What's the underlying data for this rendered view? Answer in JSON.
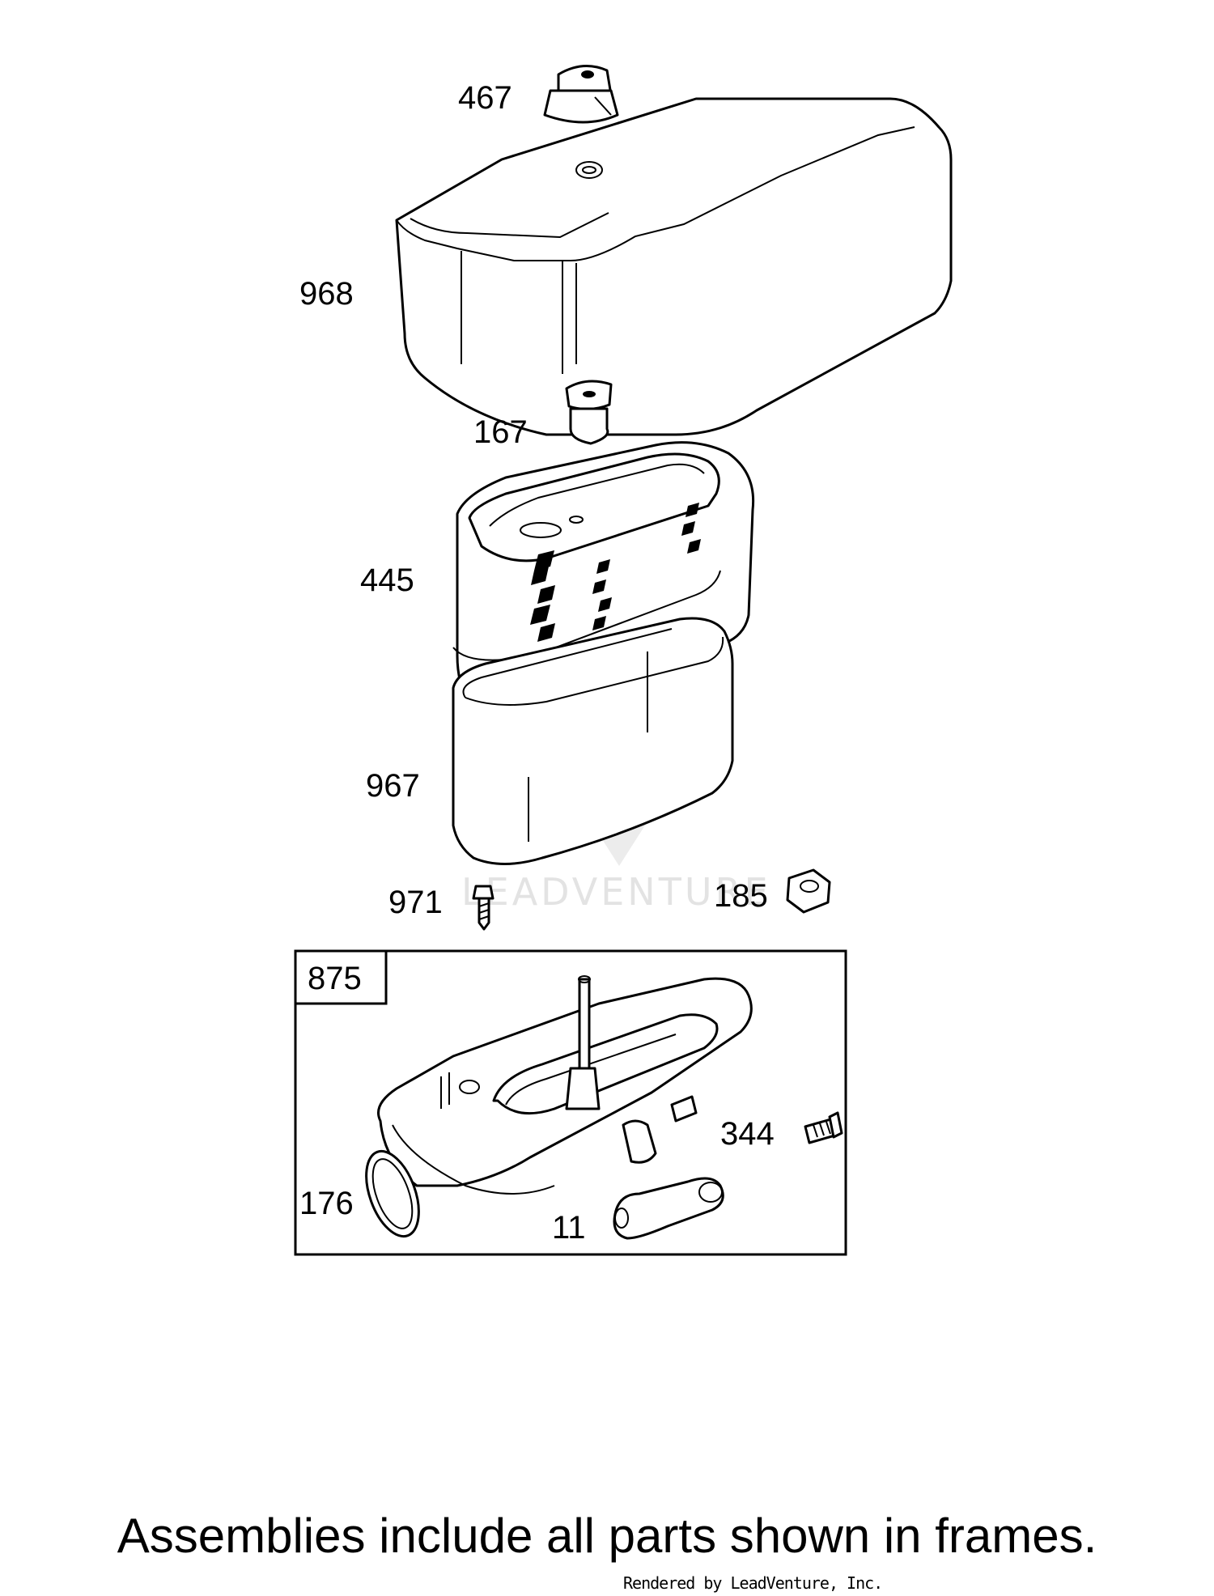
{
  "diagram": {
    "callouts": {
      "p467": "467",
      "p968": "968",
      "p167": "167",
      "p445": "445",
      "p967": "967",
      "p971": "971",
      "p185": "185",
      "p344": "344",
      "p176": "176",
      "p11": "11"
    },
    "frame_label": "875",
    "watermark_text": "LEADVENTURE"
  },
  "footer": {
    "note": "Assemblies include all parts shown in frames.",
    "credit": "Rendered by LeadVenture, Inc."
  }
}
